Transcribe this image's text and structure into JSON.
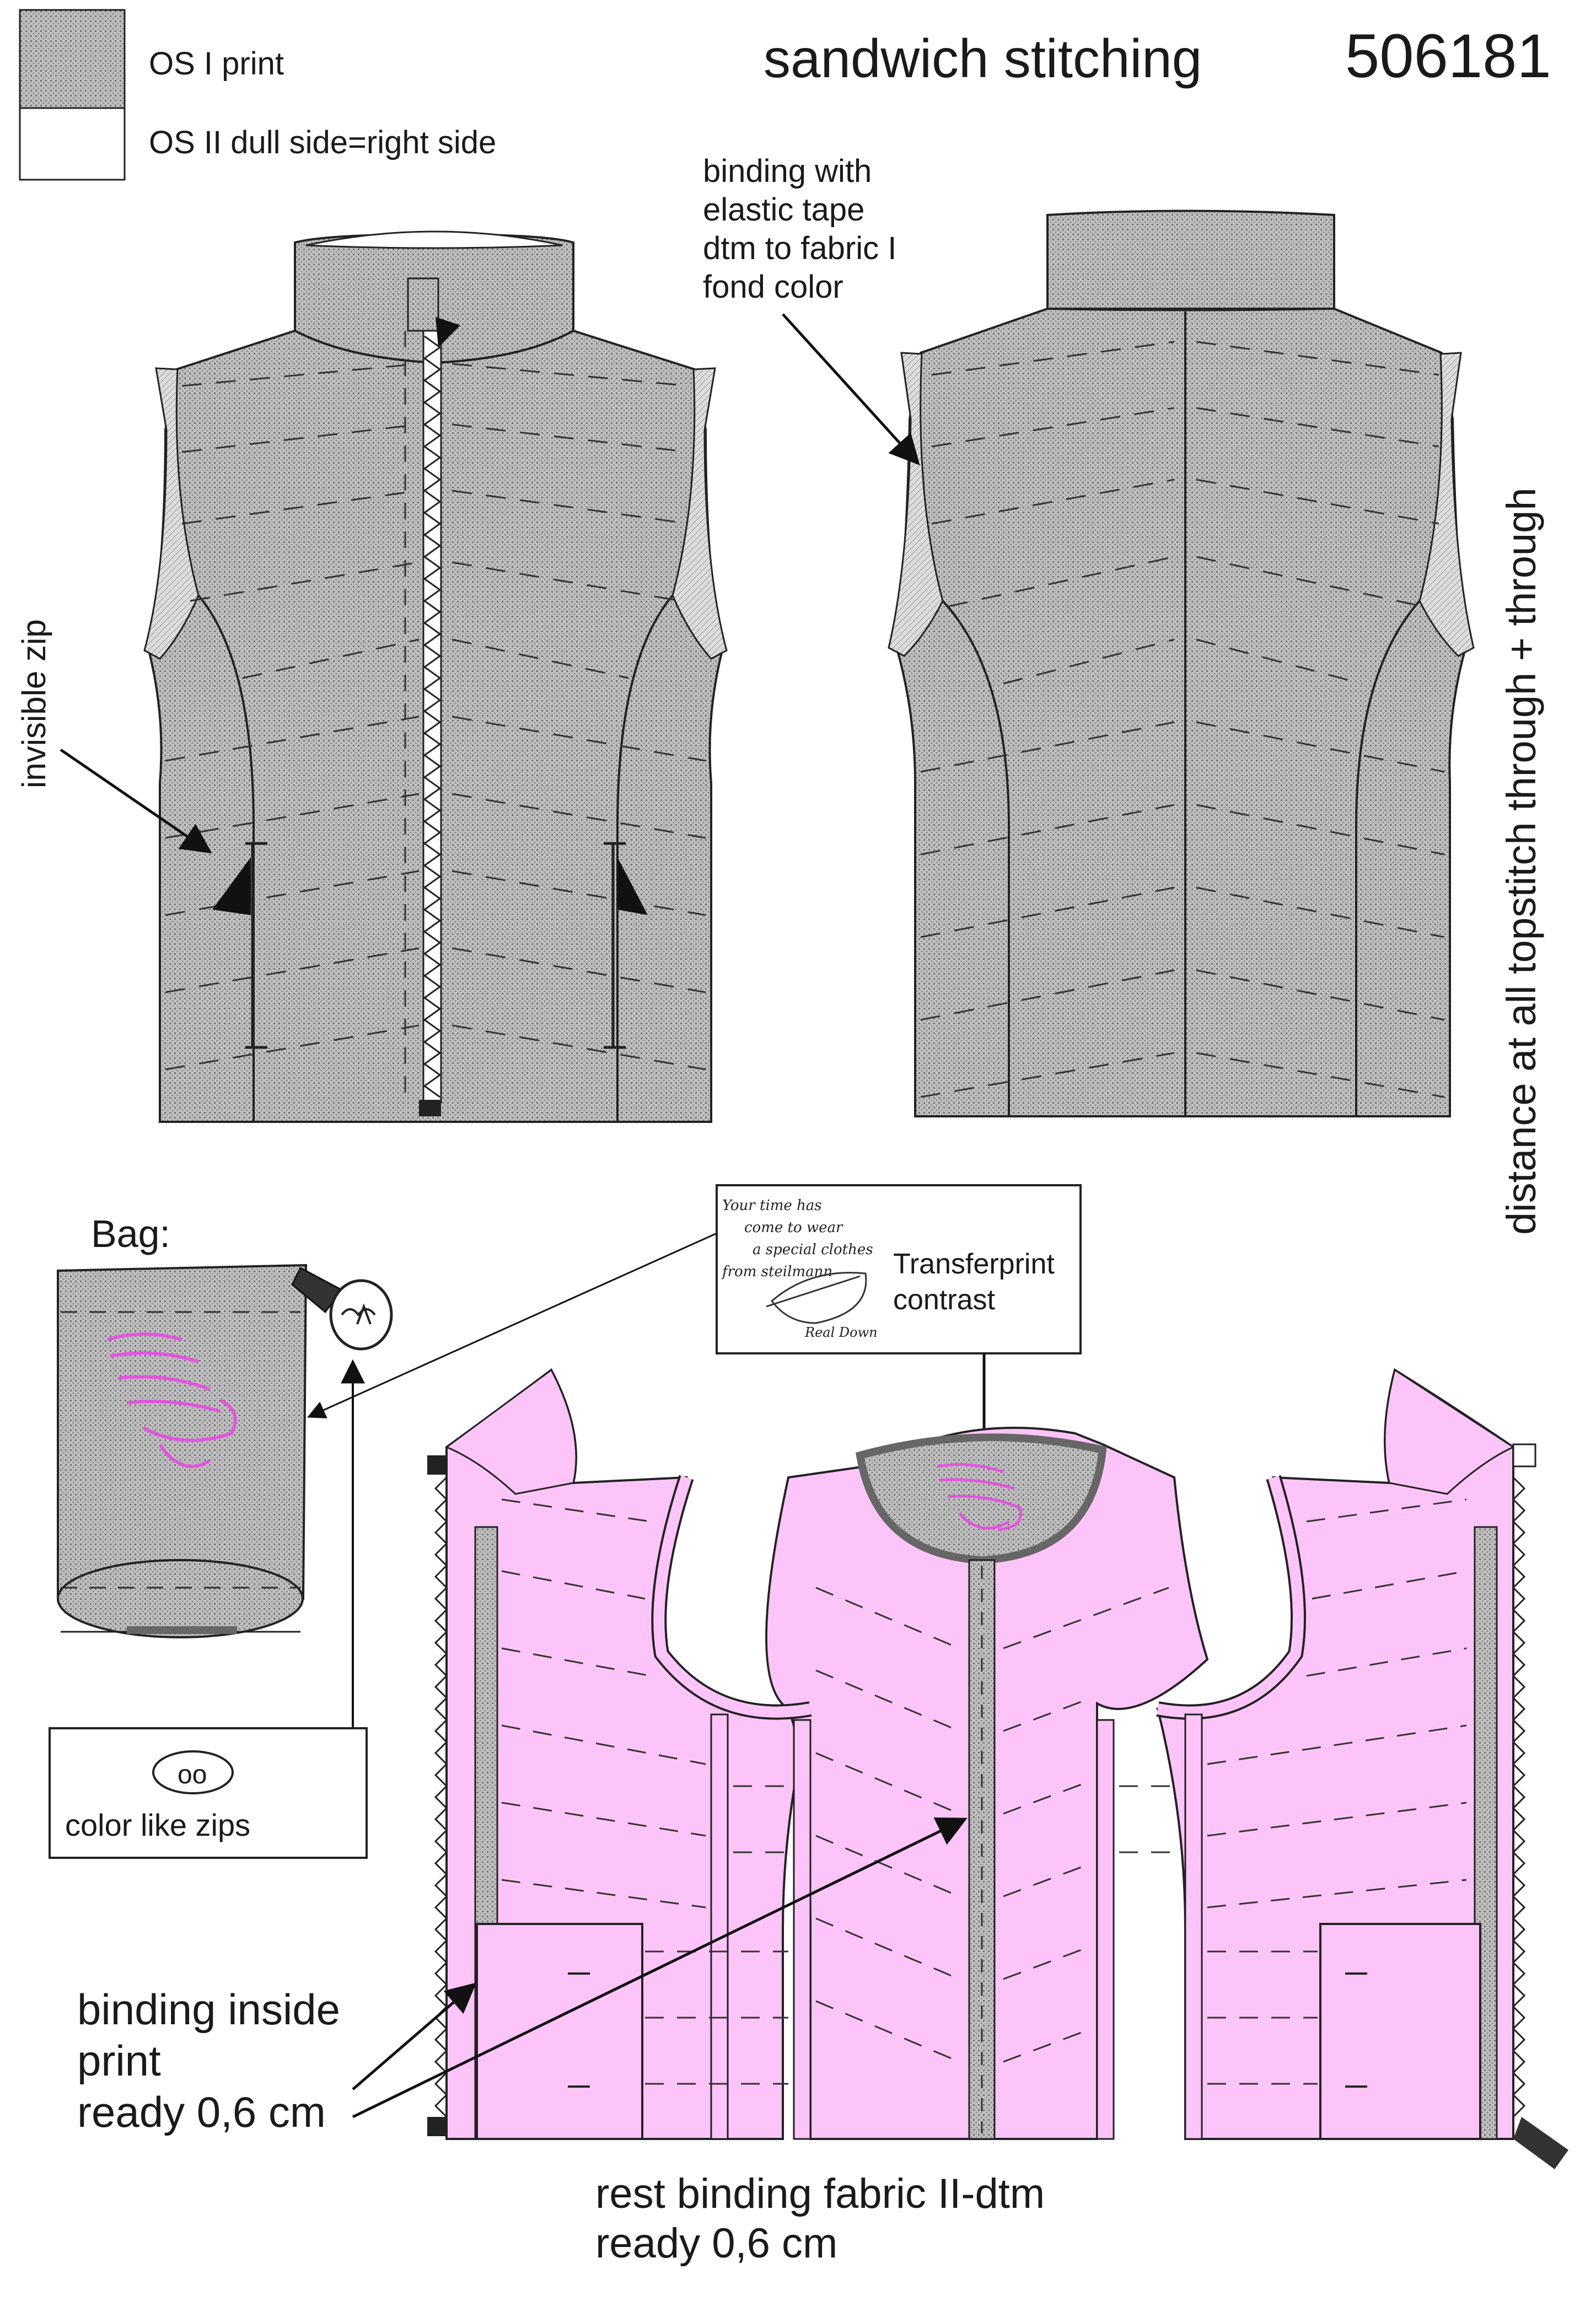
{
  "header": {
    "title": "sandwich stitching",
    "style_number": "506181"
  },
  "legend": {
    "items": [
      {
        "label": "OS I print",
        "swatch": "print"
      },
      {
        "label": "OS II dull side=right side",
        "swatch": "plain"
      }
    ]
  },
  "annotations": {
    "binding_elastic": [
      "binding with",
      "elastic tape",
      "dtm to fabric I",
      "fond color"
    ],
    "invisible_zip": "invisible zip",
    "distance_note": "distance at all topstitch through + through",
    "bag_label": "Bag:",
    "transferprint": [
      "Transferprint",
      "contrast"
    ],
    "transfer_card_text": [
      "Your time has",
      "come to wear",
      "a special clothes",
      "from steilmann",
      "Real Down"
    ],
    "toggle_symbol": "oo",
    "toggle_label": "color like zips",
    "binding_inside": [
      "binding inside",
      "print",
      "ready 0,6 cm"
    ],
    "rest_binding": [
      "rest binding fabric II-dtm",
      "ready 0,6 cm"
    ]
  },
  "colors": {
    "print_grey": "#b5b5b5",
    "print_dot": "#777777",
    "lining_pink": "#fcc4f8",
    "print_magenta": "#e454e0",
    "outline": "#222222",
    "trim_light": "#dcdcdc"
  }
}
